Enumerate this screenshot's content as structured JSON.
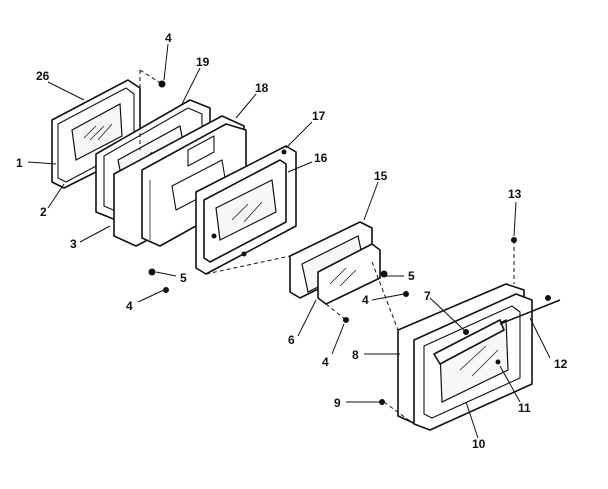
{
  "callouts": [
    {
      "id": "c26",
      "text": "26"
    },
    {
      "id": "c19",
      "text": "19"
    },
    {
      "id": "c4a",
      "text": "4"
    },
    {
      "id": "c18",
      "text": "18"
    },
    {
      "id": "c17",
      "text": "17"
    },
    {
      "id": "c16",
      "text": "16"
    },
    {
      "id": "c1",
      "text": "1"
    },
    {
      "id": "c2",
      "text": "2"
    },
    {
      "id": "c3",
      "text": "3"
    },
    {
      "id": "c5a",
      "text": "5"
    },
    {
      "id": "c4b",
      "text": "4"
    },
    {
      "id": "c15",
      "text": "15"
    },
    {
      "id": "c13",
      "text": "13"
    },
    {
      "id": "c5b",
      "text": "5"
    },
    {
      "id": "c4c",
      "text": "4"
    },
    {
      "id": "c7",
      "text": "7"
    },
    {
      "id": "c6",
      "text": "6"
    },
    {
      "id": "c4d",
      "text": "4"
    },
    {
      "id": "c8",
      "text": "8"
    },
    {
      "id": "c12",
      "text": "12"
    },
    {
      "id": "c9",
      "text": "9"
    },
    {
      "id": "c11",
      "text": "11"
    },
    {
      "id": "c10",
      "text": "10"
    }
  ]
}
